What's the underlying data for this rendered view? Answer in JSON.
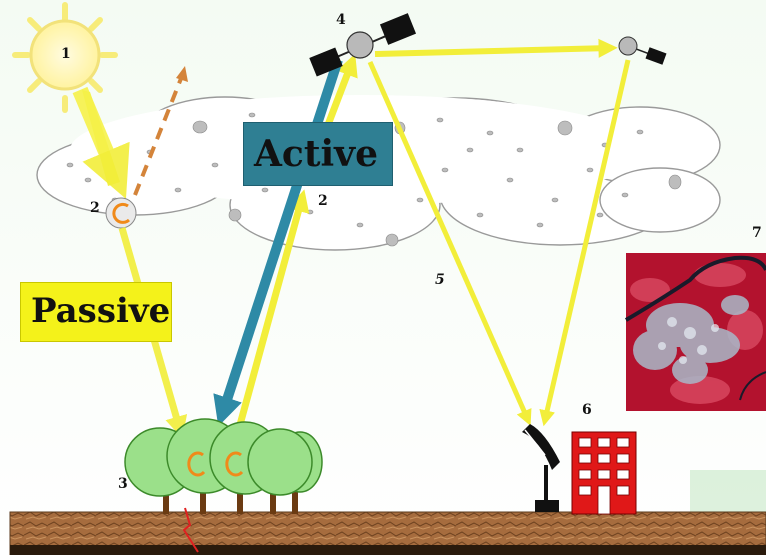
{
  "labels": {
    "sun": "1",
    "cloud_left": "2",
    "cloud_center": "2",
    "vegetation": "3",
    "satellite": "4",
    "downlink": "5",
    "ground_station": "6",
    "image": "7"
  },
  "boxes": {
    "passive": "Passive",
    "active": "Active"
  },
  "colors": {
    "passive_box": "#f4f21a",
    "active_box": "#2f7f93",
    "beam_yellow": "#f2f04a",
    "beam_blue": "#2e8aa6",
    "building_red": "#e01818",
    "ground_brown": "#a0673a"
  }
}
